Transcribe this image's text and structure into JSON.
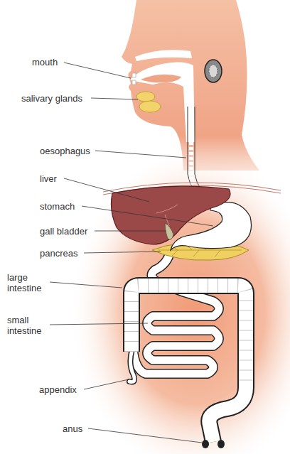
{
  "diagram": {
    "labels": [
      "mouth",
      "salivary glands",
      "oesophagus",
      "liver",
      "stomach",
      "gall bladder",
      "pancreas",
      "large intestine",
      "small intestine",
      "appendix",
      "anus"
    ]
  }
}
